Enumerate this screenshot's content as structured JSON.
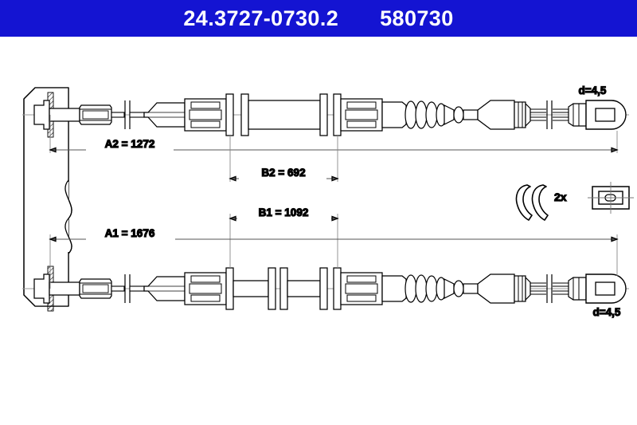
{
  "header": {
    "part_number": "24.3727-0730.2",
    "reference_number": "580730",
    "background_color": "#1414d2",
    "text_color": "#ffffff"
  },
  "drawing": {
    "title": "brake-cable-technical-drawing",
    "line_color": "#000000",
    "background_color": "#ffffff",
    "upper_cable": {
      "name": "cable-assembly-upper",
      "length_label": "A2 = 1272",
      "inner_label": "B2 = 692",
      "diameter_label": "d=4,5"
    },
    "lower_cable": {
      "name": "cable-assembly-lower",
      "length_label": "A1 = 1676",
      "inner_label": "B1 = 1092",
      "diameter_label": "d=4,5"
    },
    "accessories": {
      "clip_quantity_label": "2x",
      "clip_name": "e-clip-retaining-ring",
      "bracket_name": "mounting-bracket-detail"
    }
  }
}
